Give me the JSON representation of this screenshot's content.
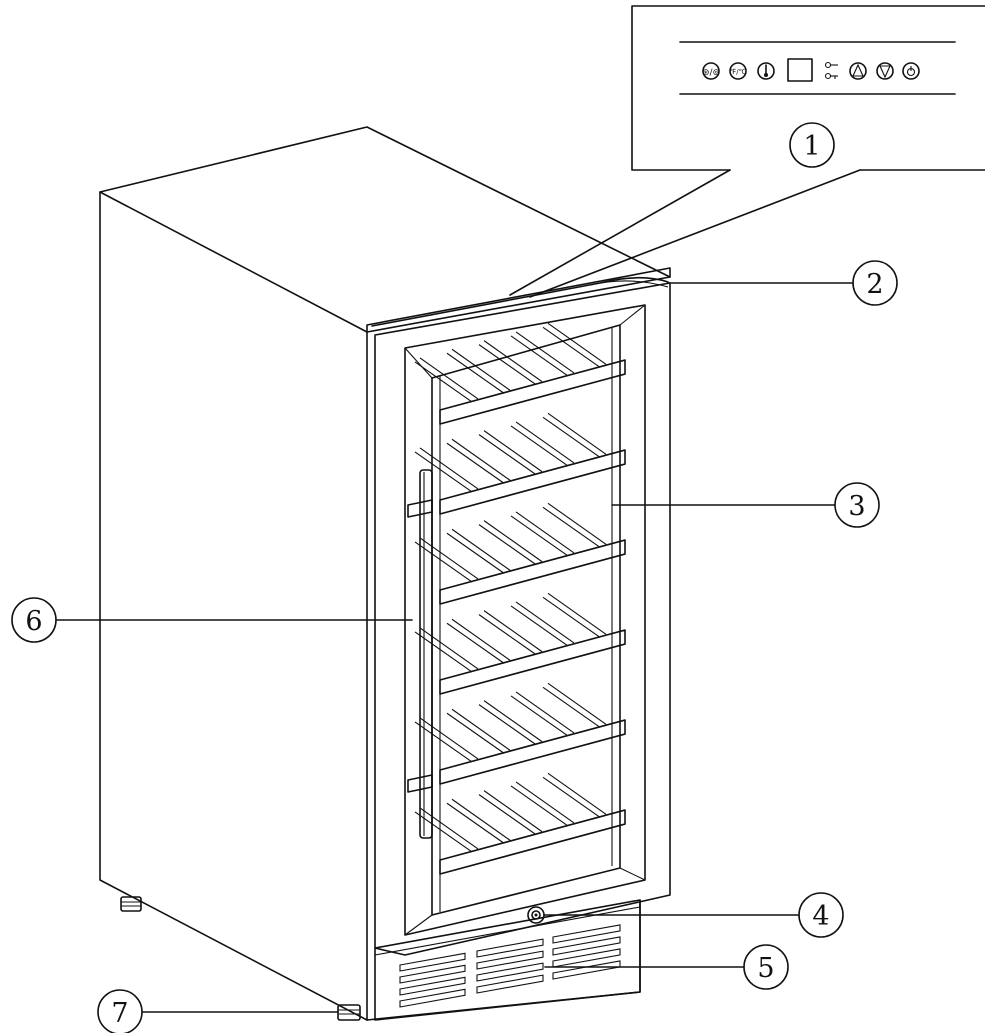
{
  "callouts": [
    {
      "id": 1,
      "label": "1"
    },
    {
      "id": 2,
      "label": "2"
    },
    {
      "id": 3,
      "label": "3"
    },
    {
      "id": 4,
      "label": "4"
    },
    {
      "id": 5,
      "label": "5"
    },
    {
      "id": 6,
      "label": "6"
    },
    {
      "id": 7,
      "label": "7"
    }
  ],
  "control_panel_icons": [
    "fan-light-icon",
    "mode-toggle-icon",
    "thermometer-icon",
    "display-window",
    "lock-key-icon",
    "up-arrow-icon",
    "down-arrow-icon",
    "power-icon"
  ],
  "shelf_count": 6,
  "colors": {
    "line": "#111111",
    "background": "#ffffff"
  }
}
